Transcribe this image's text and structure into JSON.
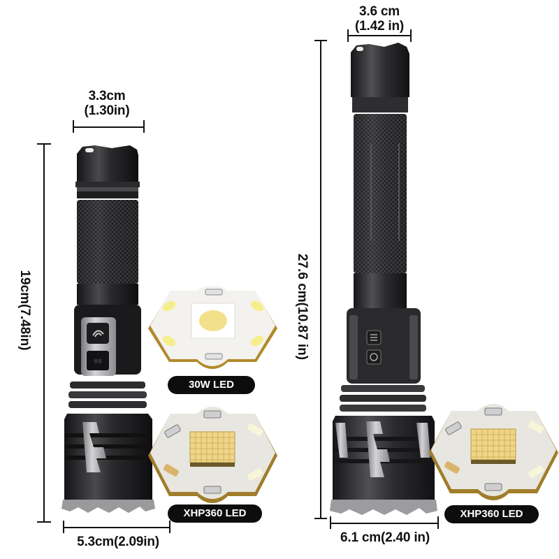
{
  "watermark": {
    "text": ""
  },
  "left_flashlight": {
    "width_top": {
      "cm": "3.3cm",
      "in": "(1.30in)"
    },
    "length": {
      "label": "19cm(7.48in)"
    },
    "width_bottom": {
      "label": "5.3cm(2.09in)"
    },
    "controls": {
      "button_icon": "swirl-power-icon",
      "display": "digital-battery-display"
    }
  },
  "right_flashlight": {
    "width_top": {
      "cm": "3.6 cm",
      "in": "(1.42 in)"
    },
    "length": {
      "label": "27.6 cm(10.87 in)"
    },
    "width_bottom": {
      "label": "6.1 cm(2.40 in)"
    },
    "controls": {
      "mode_icon": "menu-lines-icon",
      "power_icon": "power-icon"
    }
  },
  "leds": [
    {
      "label": "30W LED",
      "type": "single-die"
    },
    {
      "label": "XHP360 LED",
      "type": "multi-die"
    },
    {
      "label": "XHP360 LED",
      "type": "multi-die"
    }
  ],
  "colors": {
    "body_dark": "#1c1c1e",
    "body_mid": "#3a3a3c",
    "steel": "#b9b9bb",
    "led_board": "#e8e6e0",
    "led_gold": "#b08a2a",
    "led_chip_yellow": "#f3e08a",
    "badge_bg": "#0d0d0d"
  }
}
